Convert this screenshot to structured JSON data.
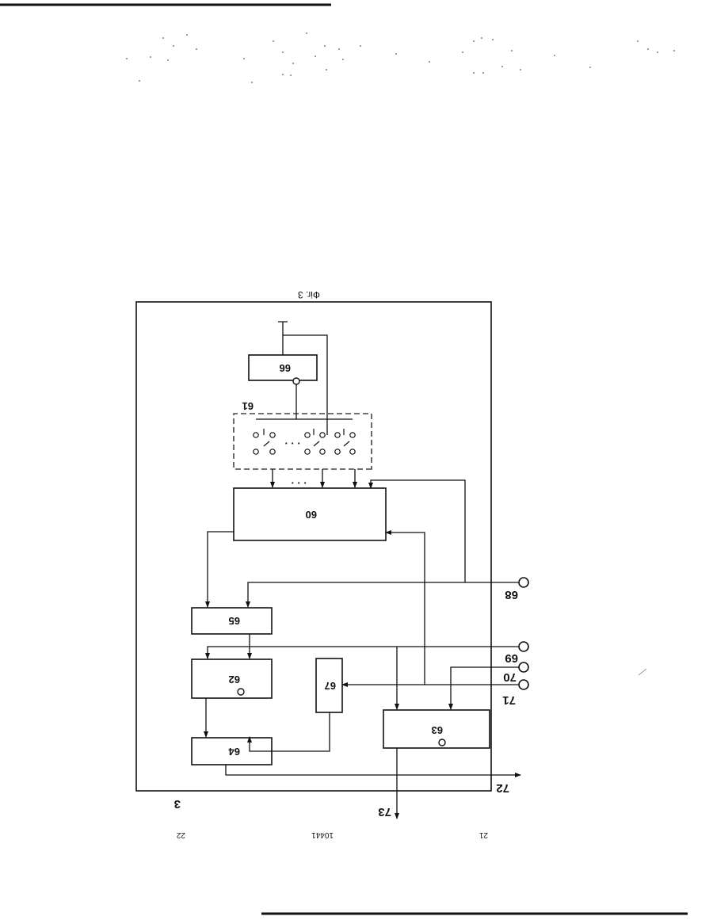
{
  "document": {
    "caption": "Фіг. 3",
    "footer": {
      "left_page": "21",
      "center": "10441",
      "right_page": "22"
    },
    "frame_label": "3"
  },
  "blocks": {
    "b60": "60",
    "b61": "61",
    "b62": "62",
    "b63": "63",
    "b64": "64",
    "b65": "65",
    "b66": "66",
    "b67": "67"
  },
  "terminals": {
    "t68": "68",
    "t69": "69",
    "t70": "70",
    "t71": "71",
    "t72": "72",
    "t73": "73"
  },
  "ellipsis": "· · ·",
  "colors": {
    "ink": "#111111",
    "paper": "#ffffff",
    "dashed": "#444444"
  }
}
